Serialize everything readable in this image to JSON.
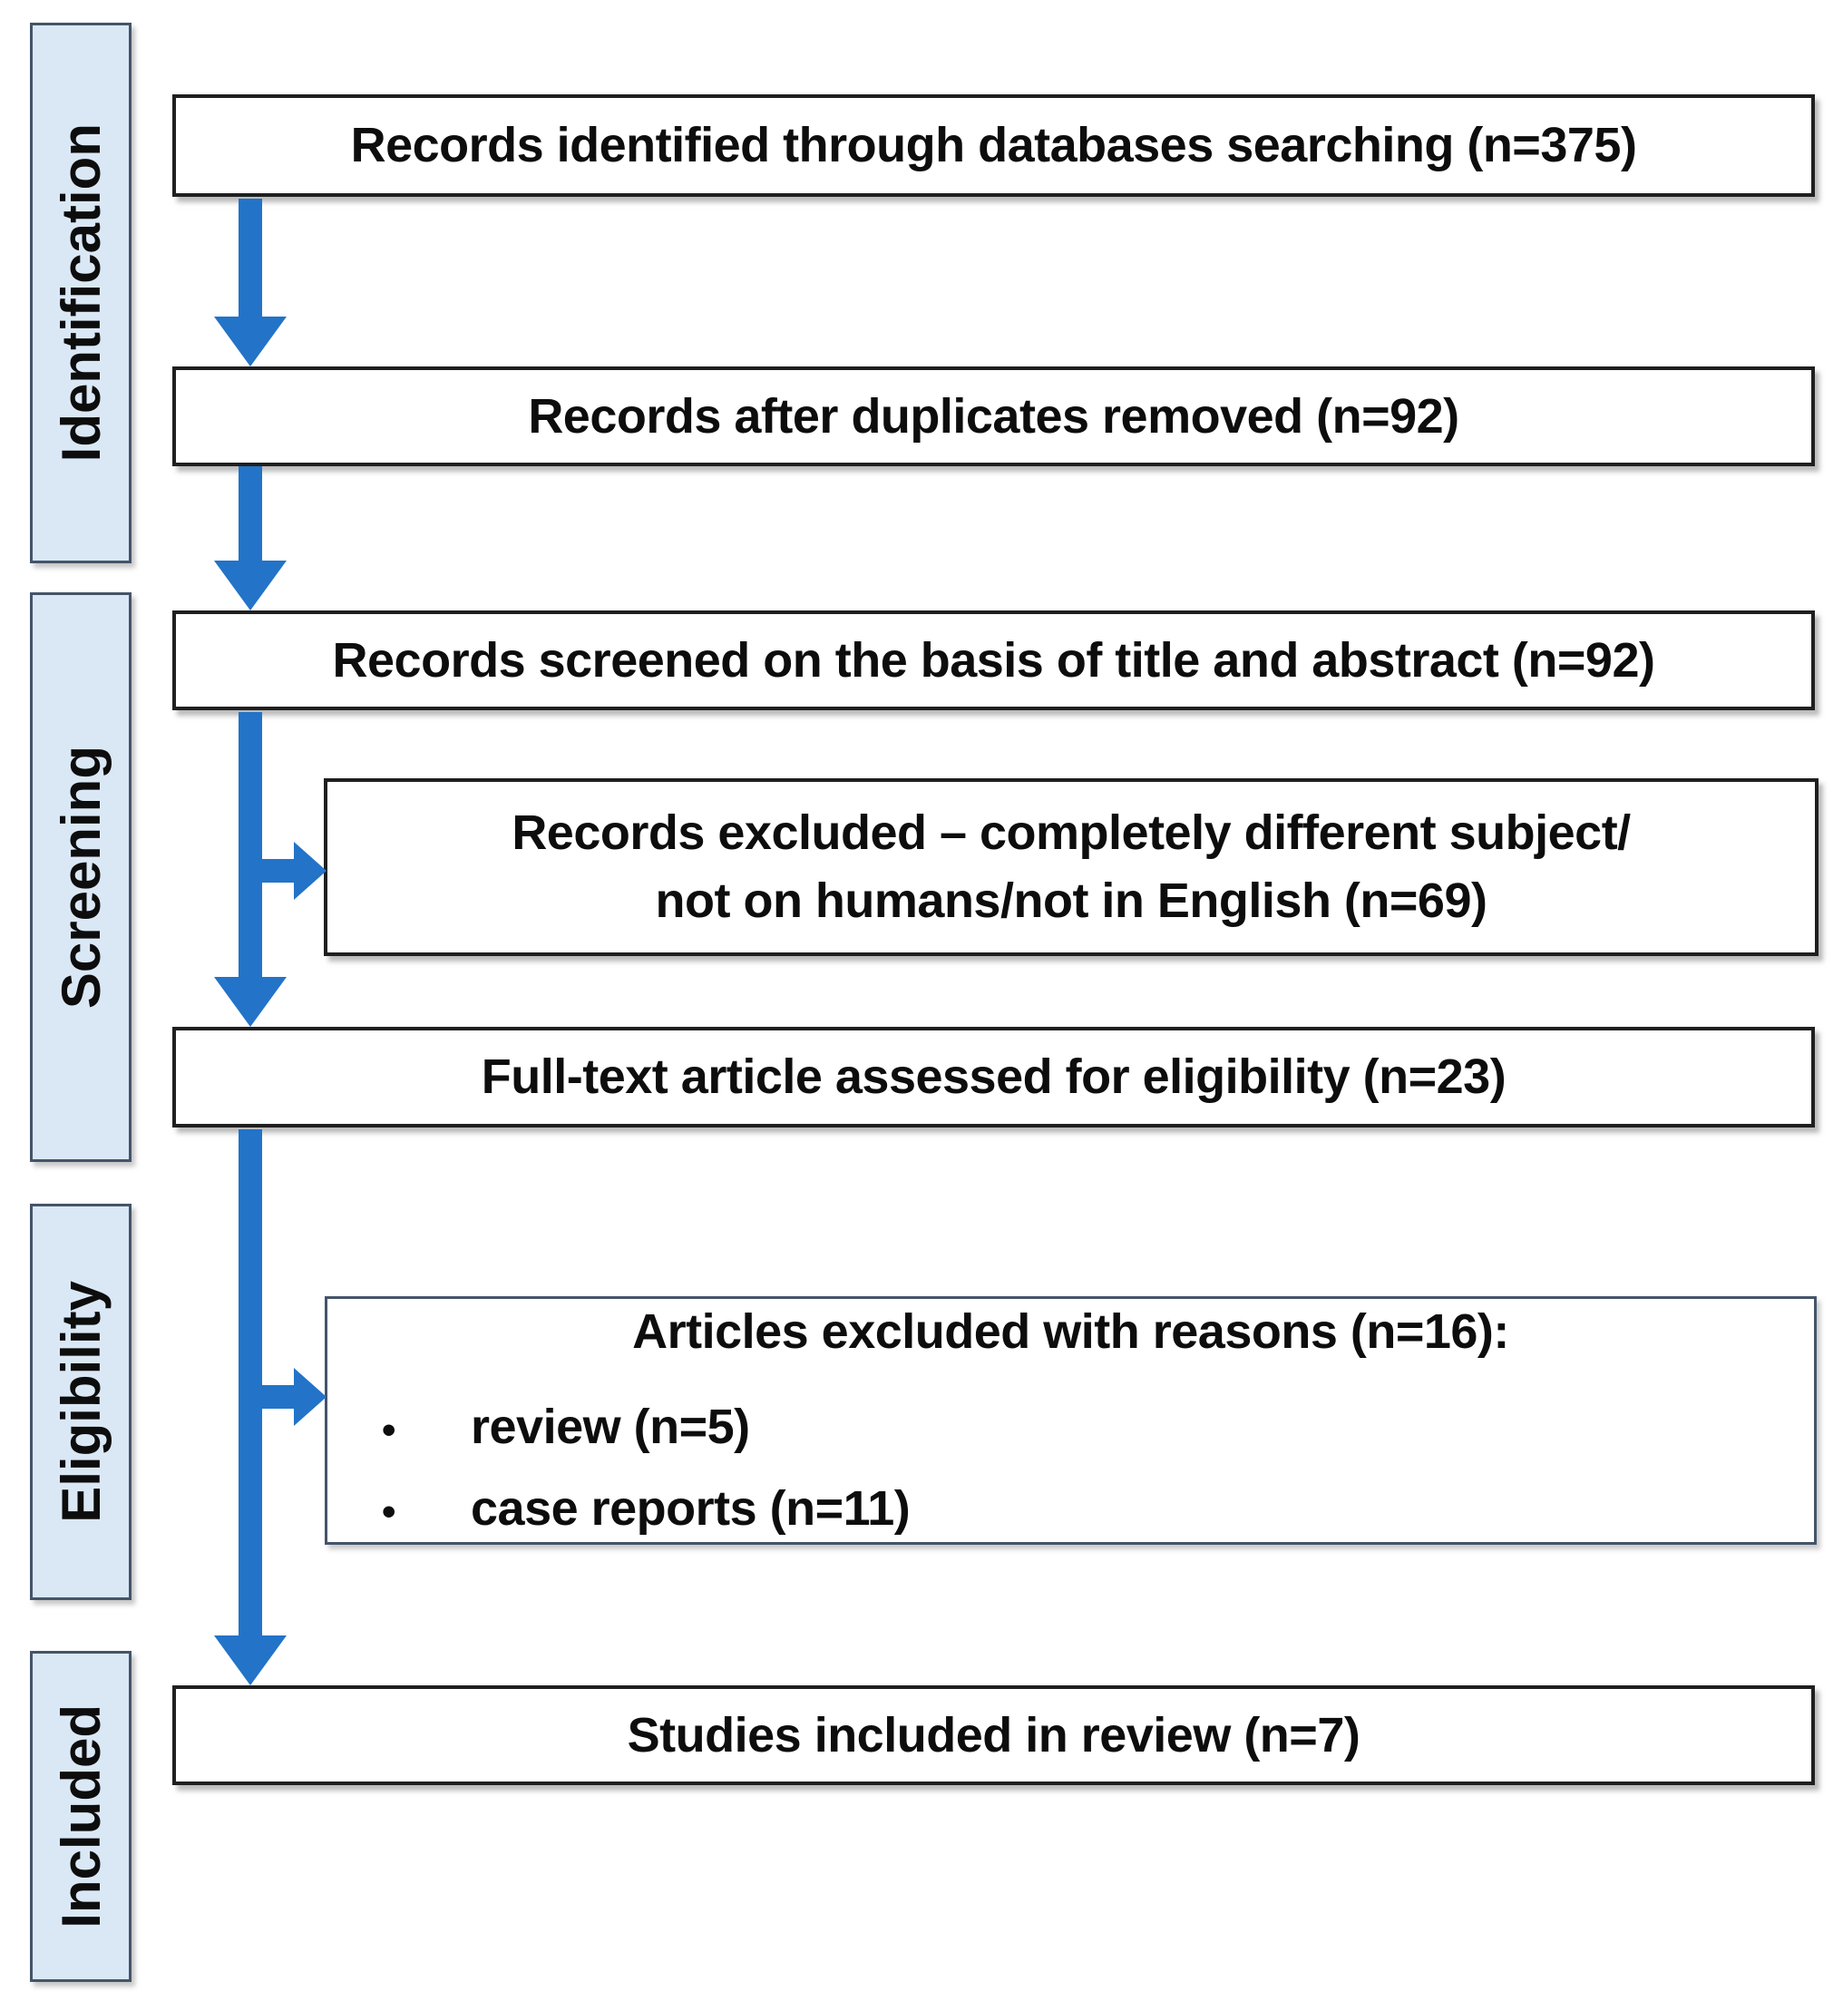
{
  "colors": {
    "arrow_blue": "#2373C8",
    "stage_fill": "#DAE8F6",
    "stage_border": "#44546A",
    "flow_box_border": "#1F1F1F",
    "reasons_box_border": "#44546A",
    "text": "#0D0D0D",
    "background": "#FFFFFF"
  },
  "stages": [
    {
      "label": "Identification"
    },
    {
      "label": "Screening"
    },
    {
      "label": "Eligibility"
    },
    {
      "label": "Included"
    }
  ],
  "boxes": {
    "identified": {
      "text": "Records identified through databases searching (n=375)"
    },
    "duplicates_removed": {
      "text": "Records after duplicates removed (n=92)"
    },
    "screened": {
      "text": "Records screened on the basis of title and abstract (n=92)"
    },
    "records_excluded": {
      "lines": [
        "Records excluded – completely different subject/",
        "not on humans/not in English (n=69)"
      ]
    },
    "full_text": {
      "text": "Full-text article assessed for eligibility (n=23)"
    },
    "articles_excluded": {
      "title": "Articles excluded with reasons (n=16):",
      "bullet_char": "•",
      "bullets": [
        "review (n=5)",
        "case reports (n=11)"
      ]
    },
    "included": {
      "text": "Studies included in review (n=7)"
    }
  }
}
